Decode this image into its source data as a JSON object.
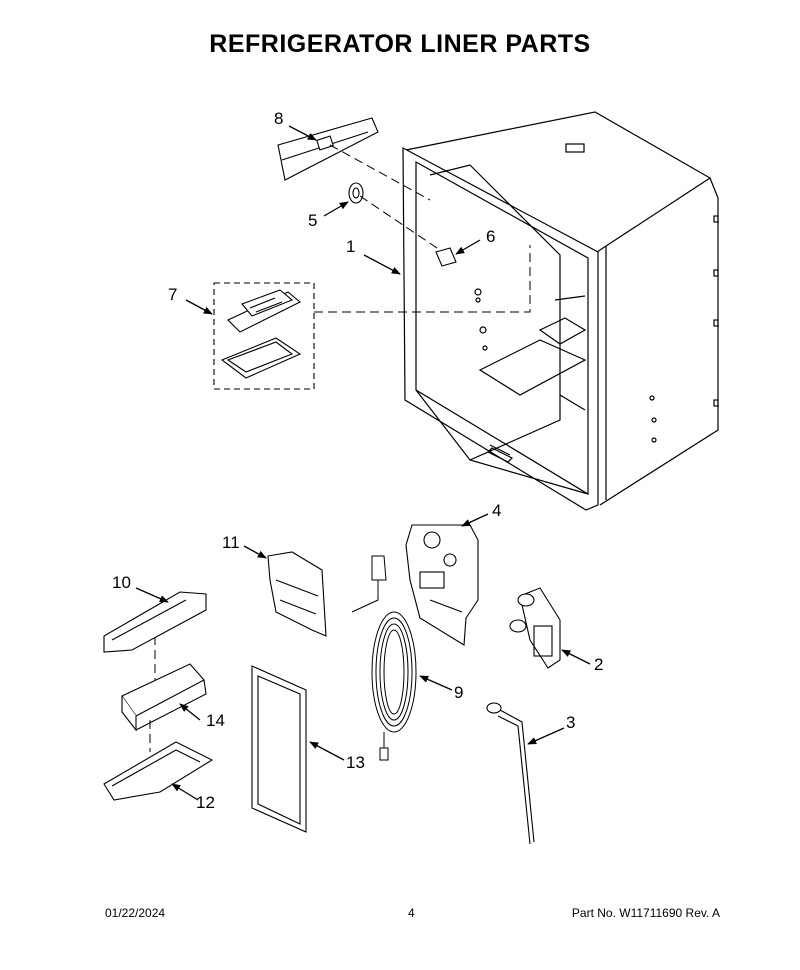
{
  "title": "REFRIGERATOR LINER PARTS",
  "callouts": [
    "1",
    "2",
    "3",
    "4",
    "5",
    "6",
    "7",
    "8",
    "9",
    "10",
    "11",
    "12",
    "13",
    "14"
  ],
  "footer": {
    "date": "01/22/2024",
    "page": "4",
    "part": "Part No.  W11711690  Rev.  A"
  },
  "colors": {
    "ink": "#000000",
    "paper": "#ffffff"
  }
}
